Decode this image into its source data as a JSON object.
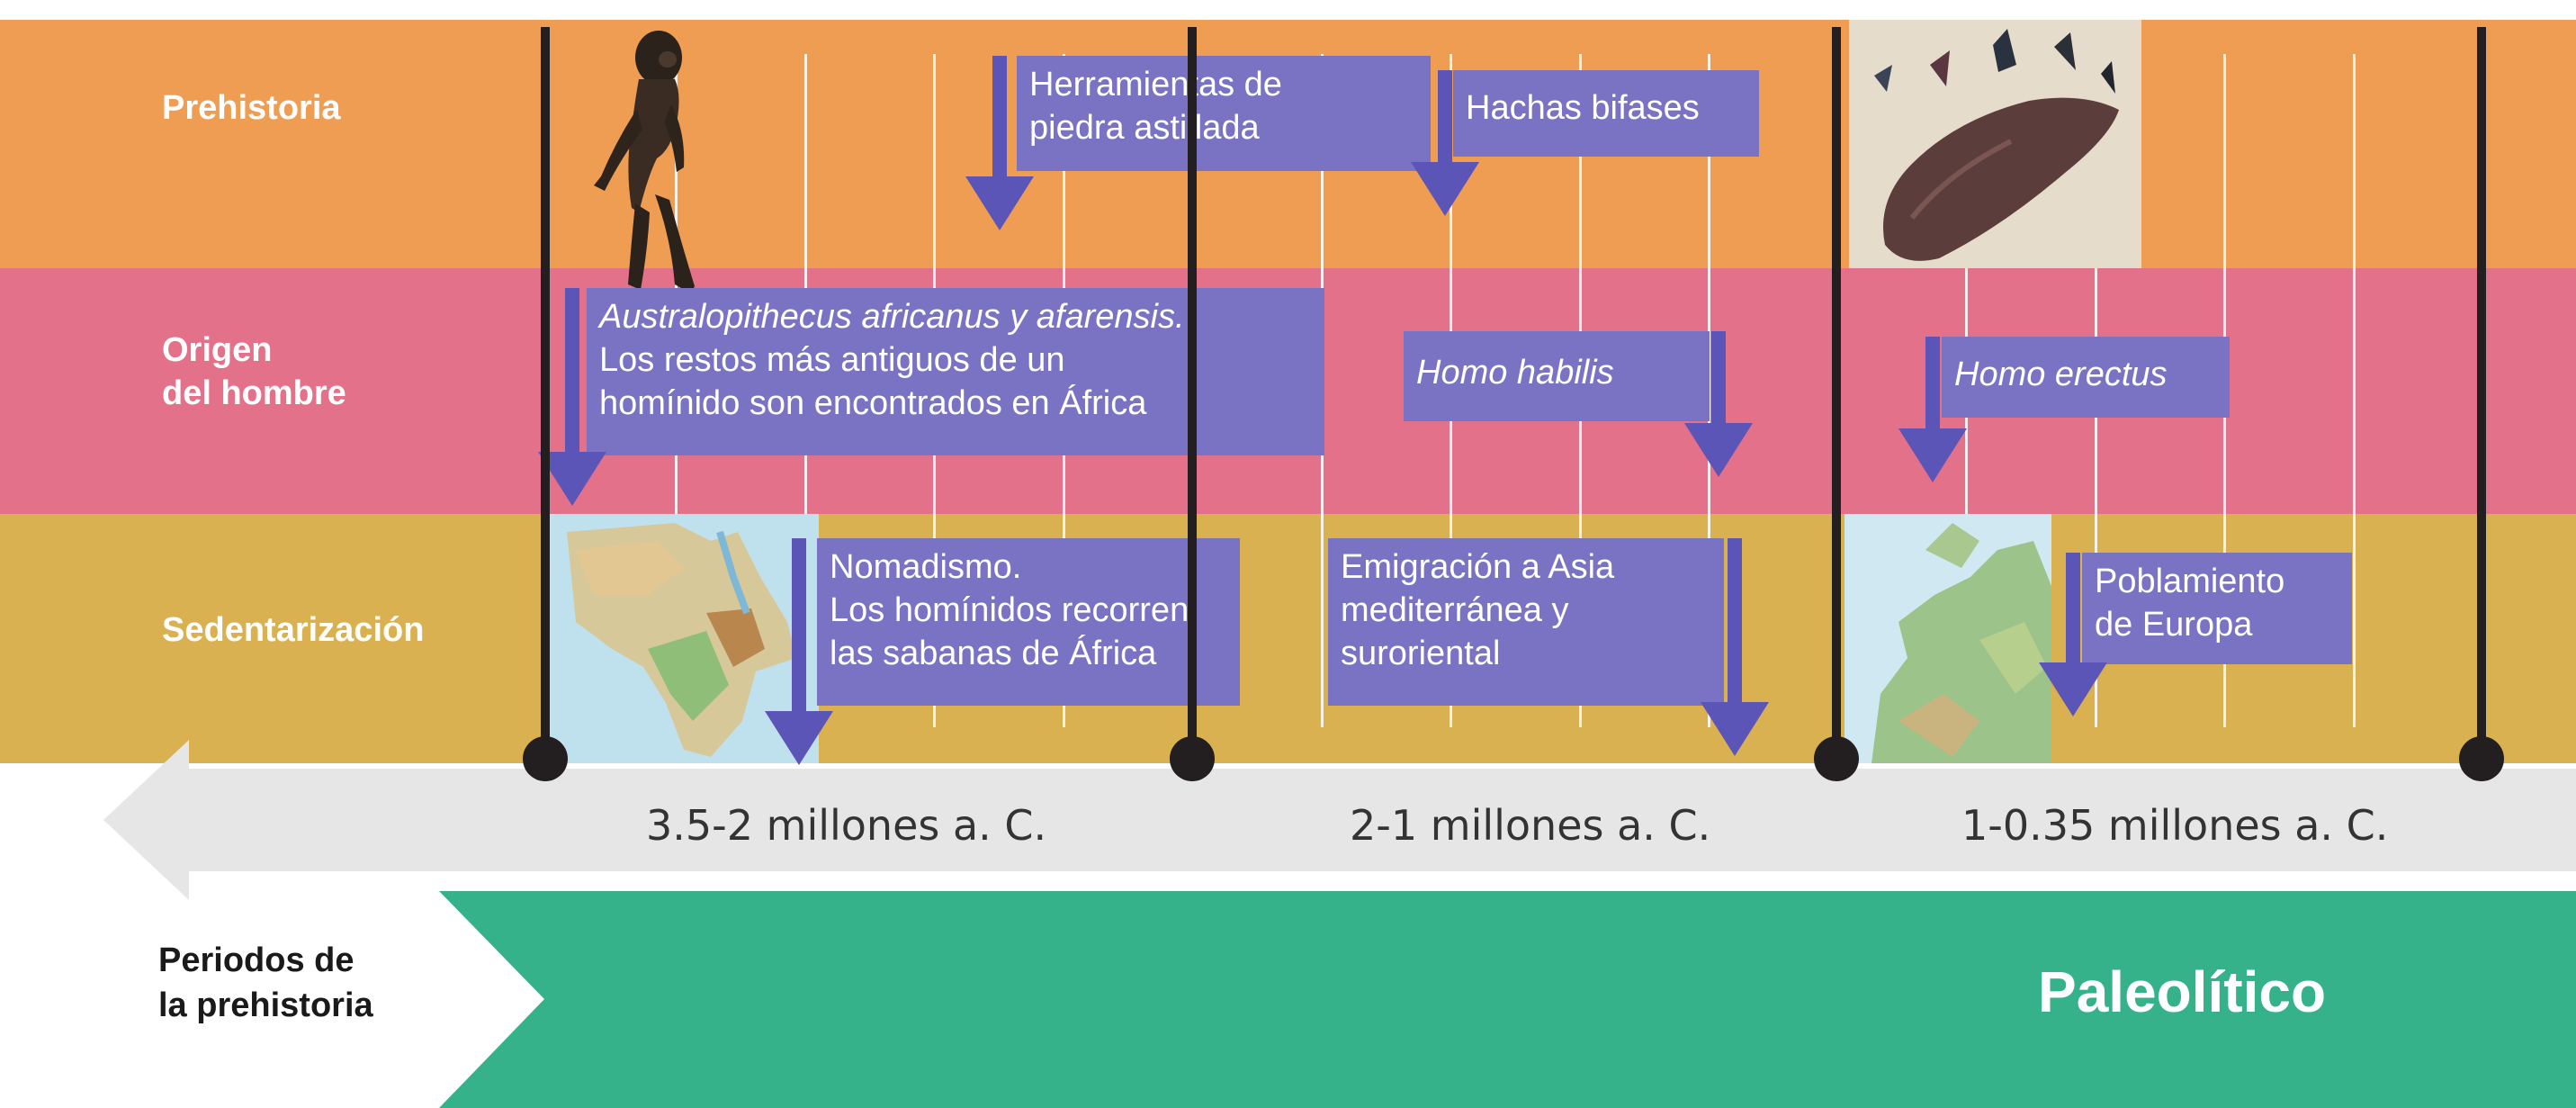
{
  "rows": [
    {
      "id": "prehistoria",
      "label_lines": [
        "Prehistoria"
      ]
    },
    {
      "id": "origen",
      "label_lines": [
        "Origen",
        "del hombre"
      ]
    },
    {
      "id": "sedentarizacion",
      "label_lines": [
        "Sedentarización"
      ]
    }
  ],
  "events": {
    "herramientas": {
      "lines": [
        "Herramientas de",
        "piedra astillada"
      ]
    },
    "hachas": {
      "lines": [
        "Hachas bifases"
      ]
    },
    "australopithecus": {
      "lines": [
        "Australopithecus africanus y afarensis.",
        "Los restos más antiguos de un",
        "homínido son encontrados en África"
      ]
    },
    "habilis": {
      "lines": [
        "Homo habilis"
      ]
    },
    "erectus": {
      "lines": [
        "Homo erectus"
      ]
    },
    "nomadismo": {
      "lines": [
        "Nomadismo.",
        "Los homínidos recorren",
        "las sabanas de África"
      ]
    },
    "emigracion": {
      "lines": [
        "Emigración a Asia",
        "mediterránea y",
        "suroriental"
      ]
    },
    "poblamiento": {
      "lines": [
        "Poblamiento",
        "de Europa"
      ]
    }
  },
  "timeline": {
    "periods": [
      "3.5-2 millones a. C.",
      "2-1 millones  a. C.",
      "1-0.35 millones  a. C."
    ]
  },
  "footer": {
    "label_lines": [
      "Periodos de",
      "la prehistoria"
    ],
    "period_name": "Paleolítico"
  },
  "colors": {
    "prehistoria_band": "#EF9D52",
    "origen_band": "#E4718A",
    "sedentarizacion_band": "#D9B151",
    "event_box": "#7A73C4",
    "event_arrow": "#5C55B8",
    "timeline_arrow": "#E6E6E6",
    "paleolitico_band": "#35B28A",
    "axis_line": "#231F20"
  },
  "icons": {
    "hominid": "hominid-figure-icon",
    "stone_tools": "stone-tools-icon",
    "africa_map": "africa-map-icon",
    "europe_map": "europe-map-icon"
  }
}
